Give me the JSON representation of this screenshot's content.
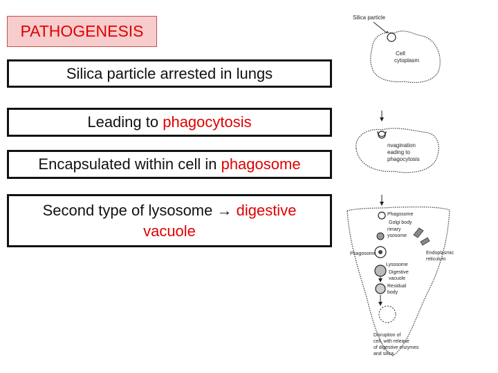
{
  "slide": {
    "title": "PATHOGENESIS",
    "steps": [
      {
        "pre": "Silica particle arrested in lungs",
        "highlight": "",
        "post": ""
      },
      {
        "pre": "Leading to ",
        "highlight": "phagocytosis",
        "post": ""
      },
      {
        "pre": "Encapsulated within cell in ",
        "highlight": "phagosome",
        "post": ""
      },
      {
        "pre": "Second type of lysosome ",
        "arrow": "→",
        "highlight": " digestive vacuole",
        "post": ""
      }
    ]
  },
  "figure": {
    "silica_particle": "Silica particle",
    "cell": "Cell",
    "cytoplasm": "cytoplasm",
    "invagination_1": "nvagination",
    "invagination_2": "eading to",
    "invagination_3": "phagocytosis",
    "phagosome_top": "Phagosome",
    "golgi_1": "Golgi body",
    "primary_1": "rimary",
    "primary_2": "ysosome",
    "er_1": "Endoplasmic",
    "er_2": "reticulum",
    "phagosome_left": "Phagosome",
    "lysosome": "Lysosome",
    "digestive_1": "Digestive",
    "digestive_2": "vacuole",
    "residual_1": "Residual",
    "residual_2": "body",
    "disruption_1": "Disruption of",
    "disruption_2": "cell, with release",
    "disruption_3": "of digestive enzymes",
    "disruption_4": "and silica"
  }
}
